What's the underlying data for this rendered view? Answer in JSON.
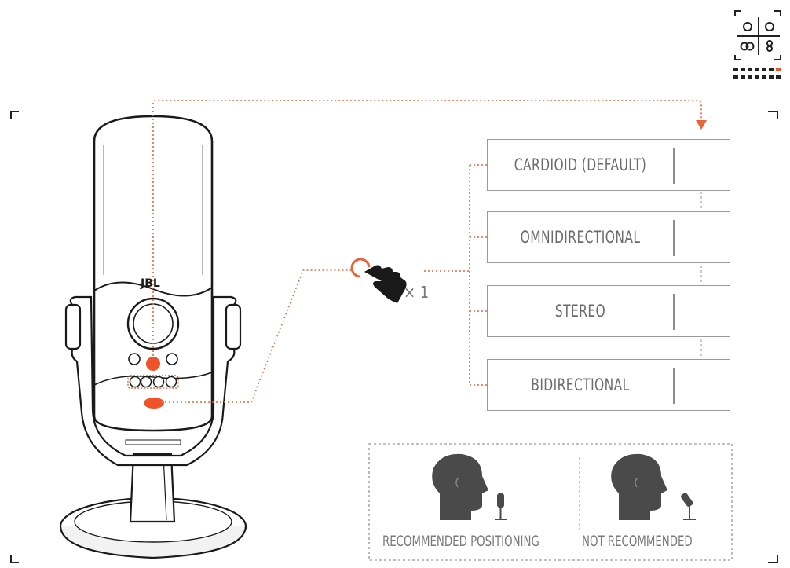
{
  "modes": [
    {
      "label": "CARDIOID (DEFAULT)",
      "icon": "cardioid-pattern-icon"
    },
    {
      "label": "OMNIDIRECTIONAL",
      "icon": "omnidirectional-pattern-icon"
    },
    {
      "label": "STEREO",
      "icon": "stereo-pattern-icon"
    },
    {
      "label": "BIDIRECTIONAL",
      "icon": "bidirectional-pattern-icon"
    }
  ],
  "press_count": "× 1",
  "brand": "JBL",
  "positioning": {
    "recommended": "RECOMMENDED POSITIONING",
    "not_recommended": "NOT RECOMMENDED"
  },
  "colors": {
    "accent": "#f0522a",
    "line": "#e8643a",
    "ink": "#1a1a1a",
    "head": "#4a4a4a",
    "border": "#9a9a9a"
  }
}
